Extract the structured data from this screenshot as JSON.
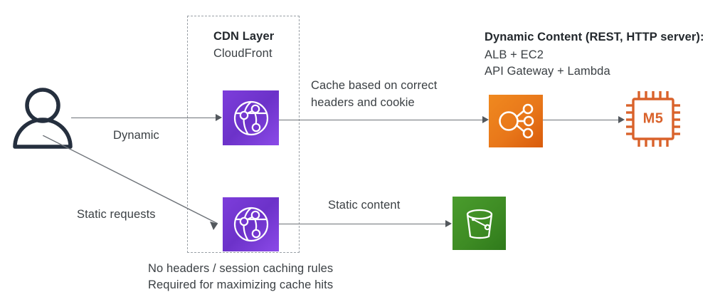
{
  "diagram": {
    "title_region": {
      "cdn_group": {
        "heading": "CDN Layer",
        "subheading": "CloudFront"
      },
      "dynamic_content": {
        "heading": "Dynamic Content (REST, HTTP server):",
        "line_1": "ALB + EC2",
        "line_2": "API Gateway + Lambda"
      }
    },
    "edge_labels": {
      "dynamic": "Dynamic",
      "static_requests": "Static requests",
      "cache_rules_line_1": "Cache based on correct",
      "cache_rules_line_2": "headers and cookie",
      "static_content": "Static content"
    },
    "footnote": {
      "line_1": "No headers / session caching rules",
      "line_2": "Required for maximizing cache hits"
    },
    "nodes": [
      {
        "id": "user",
        "icon": "user-icon",
        "label": ""
      },
      {
        "id": "cloudfront-dynamic",
        "icon": "cloudfront-icon",
        "label": ""
      },
      {
        "id": "cloudfront-static",
        "icon": "cloudfront-icon",
        "label": ""
      },
      {
        "id": "api-gateway",
        "icon": "api-gateway-icon",
        "label": ""
      },
      {
        "id": "ec2-m5",
        "icon": "ec2-instance-icon",
        "label": "M5"
      },
      {
        "id": "s3-bucket",
        "icon": "s3-bucket-icon",
        "label": ""
      }
    ],
    "chip_label": "M5",
    "colors": {
      "cloudfront_purple": "#7d3ddb",
      "api_gateway_orange": "#e8771a",
      "s3_green": "#3e8c24",
      "ec2_outline_orange": "#d9622b",
      "user_navy": "#252f3e",
      "connector_gray": "#6d7278",
      "dashed_border_gray": "#9aa0a6",
      "text_gray": "#3b4044"
    }
  }
}
